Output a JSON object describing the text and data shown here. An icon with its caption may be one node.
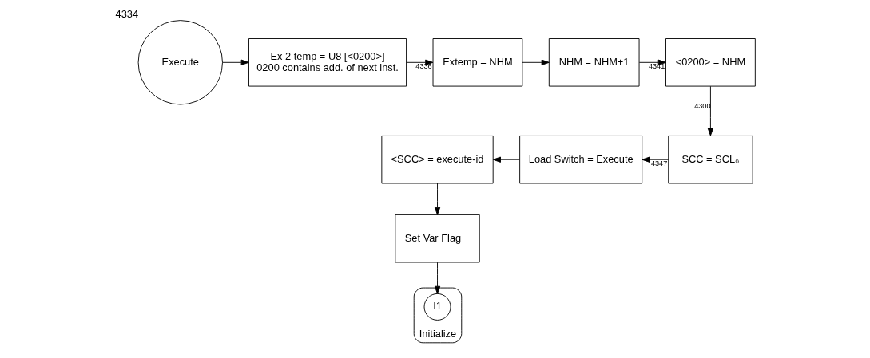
{
  "diagram": {
    "nodes": [
      {
        "text": [
          "Execute"
        ],
        "beside": [
          "4334"
        ]
      },
      {
        "text": [
          "Ex 2 temp = U8 [<0200>]",
          "0200 contains add. of next inst."
        ]
      },
      {
        "text": [
          "Extemp = NHM"
        ]
      },
      {
        "text": [
          "NHM = NHM+1"
        ]
      },
      {
        "text": [
          "<0200> = NHM"
        ]
      },
      {
        "text": [
          "SCC = SCL₀"
        ]
      },
      {
        "text": [
          "Load Switch = Execute"
        ]
      },
      {
        "text": [
          "<SCC> = execute-id"
        ]
      },
      {
        "text": [
          "Set Var Flag +"
        ]
      },
      {
        "text": [
          "Initialize"
        ]
      },
      {
        "text": [
          "I1"
        ],
        "in": 9
      }
    ],
    "edges": [
      {
        "from": 0,
        "to": 1,
        "arrow": "to"
      },
      {
        "from": 1,
        "to": 2,
        "arrow": "to",
        "label": "4336"
      },
      {
        "from": 2,
        "to": 3,
        "arrow": "to"
      },
      {
        "from": 3,
        "to": 4,
        "arrow": "to",
        "label": "4341"
      },
      {
        "from": 4,
        "to": 5,
        "arrow": "to",
        "label": "4300"
      },
      {
        "from": 5,
        "to": 6,
        "arrow": "to",
        "label": "4347"
      },
      {
        "from": 6,
        "to": 7,
        "arrow": "to"
      },
      {
        "from": 7,
        "to": 8,
        "arrow": "to"
      },
      {
        "from": 8,
        "to": 10,
        "arrow": "to"
      }
    ]
  }
}
